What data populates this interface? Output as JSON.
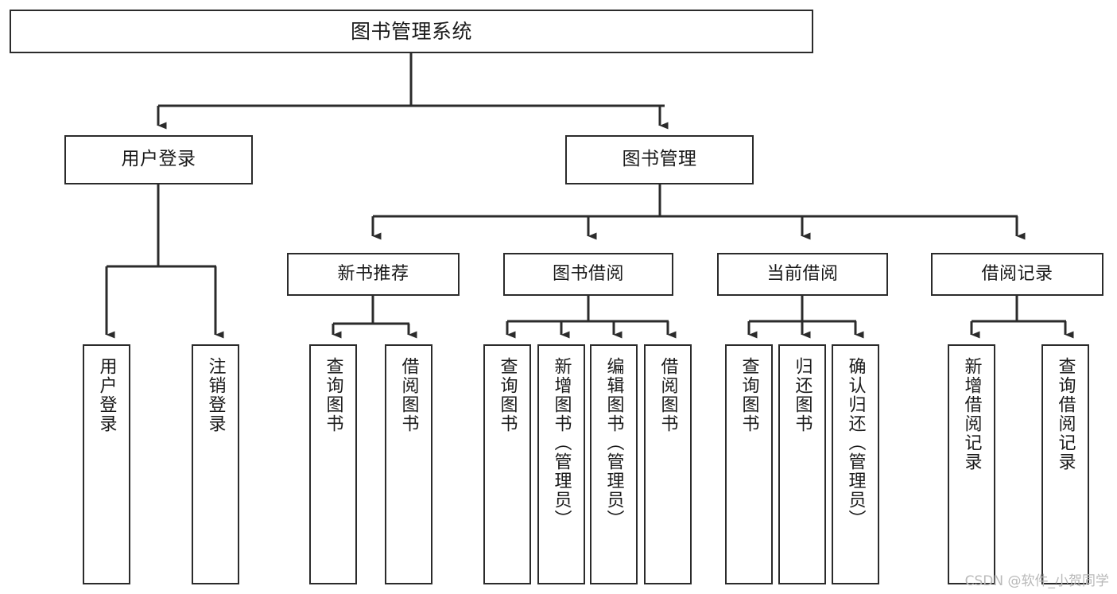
{
  "diagram": {
    "type": "tree-hierarchy",
    "title": "图书管理系统",
    "watermark": "CSDN @软件_小贺同学",
    "colors": {
      "box_border": "#2b2b2b",
      "box_fill": "#ffffff",
      "connector": "#2b2b2b",
      "text": "#1a1a1a",
      "watermark": "#b9b9b9",
      "background": "#ffffff"
    },
    "root": {
      "label": "图书管理系统"
    },
    "level2": [
      {
        "label": "用户登录"
      },
      {
        "label": "图书管理"
      }
    ],
    "level3": [
      {
        "label": "新书推荐"
      },
      {
        "label": "图书借阅"
      },
      {
        "label": "当前借阅"
      },
      {
        "label": "借阅记录"
      }
    ],
    "leaves": {
      "user_login": [
        {
          "label": "用户登录"
        },
        {
          "label": "注销登录"
        }
      ],
      "new_book_recommend": [
        {
          "label": "查询图书"
        },
        {
          "label": "借阅图书"
        }
      ],
      "book_borrow": [
        {
          "label": "查询图书"
        },
        {
          "label": "新增图书（管理员）"
        },
        {
          "label": "编辑图书（管理员）"
        },
        {
          "label": "借阅图书"
        }
      ],
      "current_borrow": [
        {
          "label": "查询图书"
        },
        {
          "label": "归还图书"
        },
        {
          "label": "确认归还（管理员）"
        }
      ],
      "borrow_record": [
        {
          "label": "新增借阅记录"
        },
        {
          "label": "查询借阅记录"
        }
      ]
    }
  }
}
